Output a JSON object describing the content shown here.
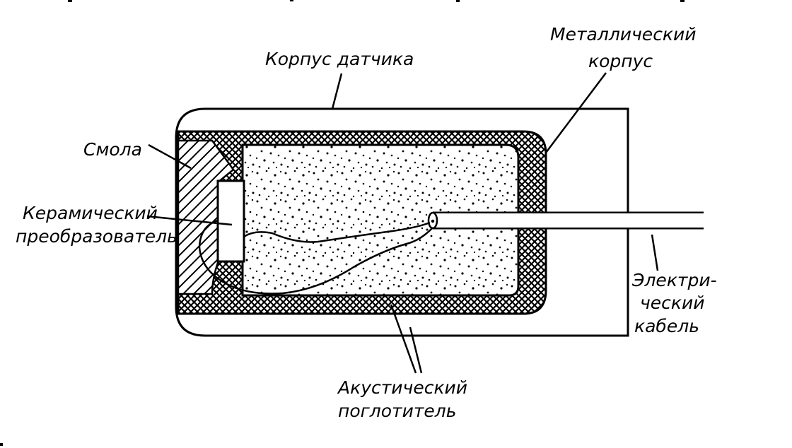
{
  "colors": {
    "ink": "#000000",
    "paper": "#ffffff"
  },
  "labels": {
    "sensor_housing": "Корпус датчика",
    "metal_housing_line1": "Металлический",
    "metal_housing_line2": "корпус",
    "resin": "Смола",
    "ceramic_line1": "Керамический",
    "ceramic_line2": "преобразователь",
    "cable_line1": "Электри-",
    "cable_line2": "ческий",
    "cable_line3": "кабель",
    "absorber_line1": "Акустический",
    "absorber_line2": "поглотитель"
  }
}
